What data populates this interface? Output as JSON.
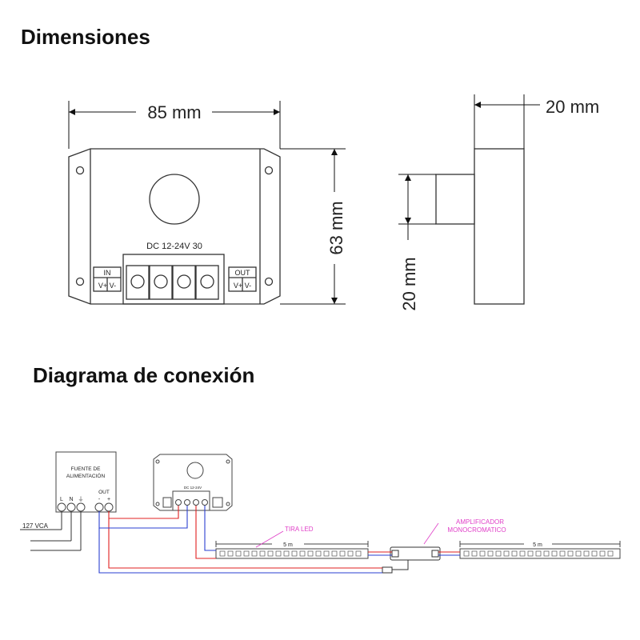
{
  "headings": {
    "dimensions": "Dimensiones",
    "connection": "Diagrama de conexión"
  },
  "dimensions": {
    "width": "85 mm",
    "height": "63 mm",
    "depth": "20 mm",
    "knob_height": "20 mm"
  },
  "device": {
    "model_label": "DC 12-24V  30",
    "in_label": "IN",
    "in_terminals": "V+ V-",
    "out_label": "OUT",
    "out_terminals": "V+ V-"
  },
  "wiring": {
    "power_supply": [
      "FUENTE DE",
      "ALIMENTACIÓN"
    ],
    "ps_terminals": [
      "L",
      "N",
      "⏚"
    ],
    "ps_out_label": "OUT",
    "ps_out_terminals": [
      "-",
      "+"
    ],
    "mains_label": "127 VCA",
    "strip_label": "TIRA LED",
    "strip_length": "5 m",
    "amplifier_label": [
      "AMPLIFICADOR",
      "MONOCROMATICO"
    ],
    "mini_model_label": "DC 12-24V"
  },
  "colors": {
    "wire_positive": "#e02020",
    "wire_negative": "#2a3fd0",
    "annotation": "#e040c8"
  }
}
